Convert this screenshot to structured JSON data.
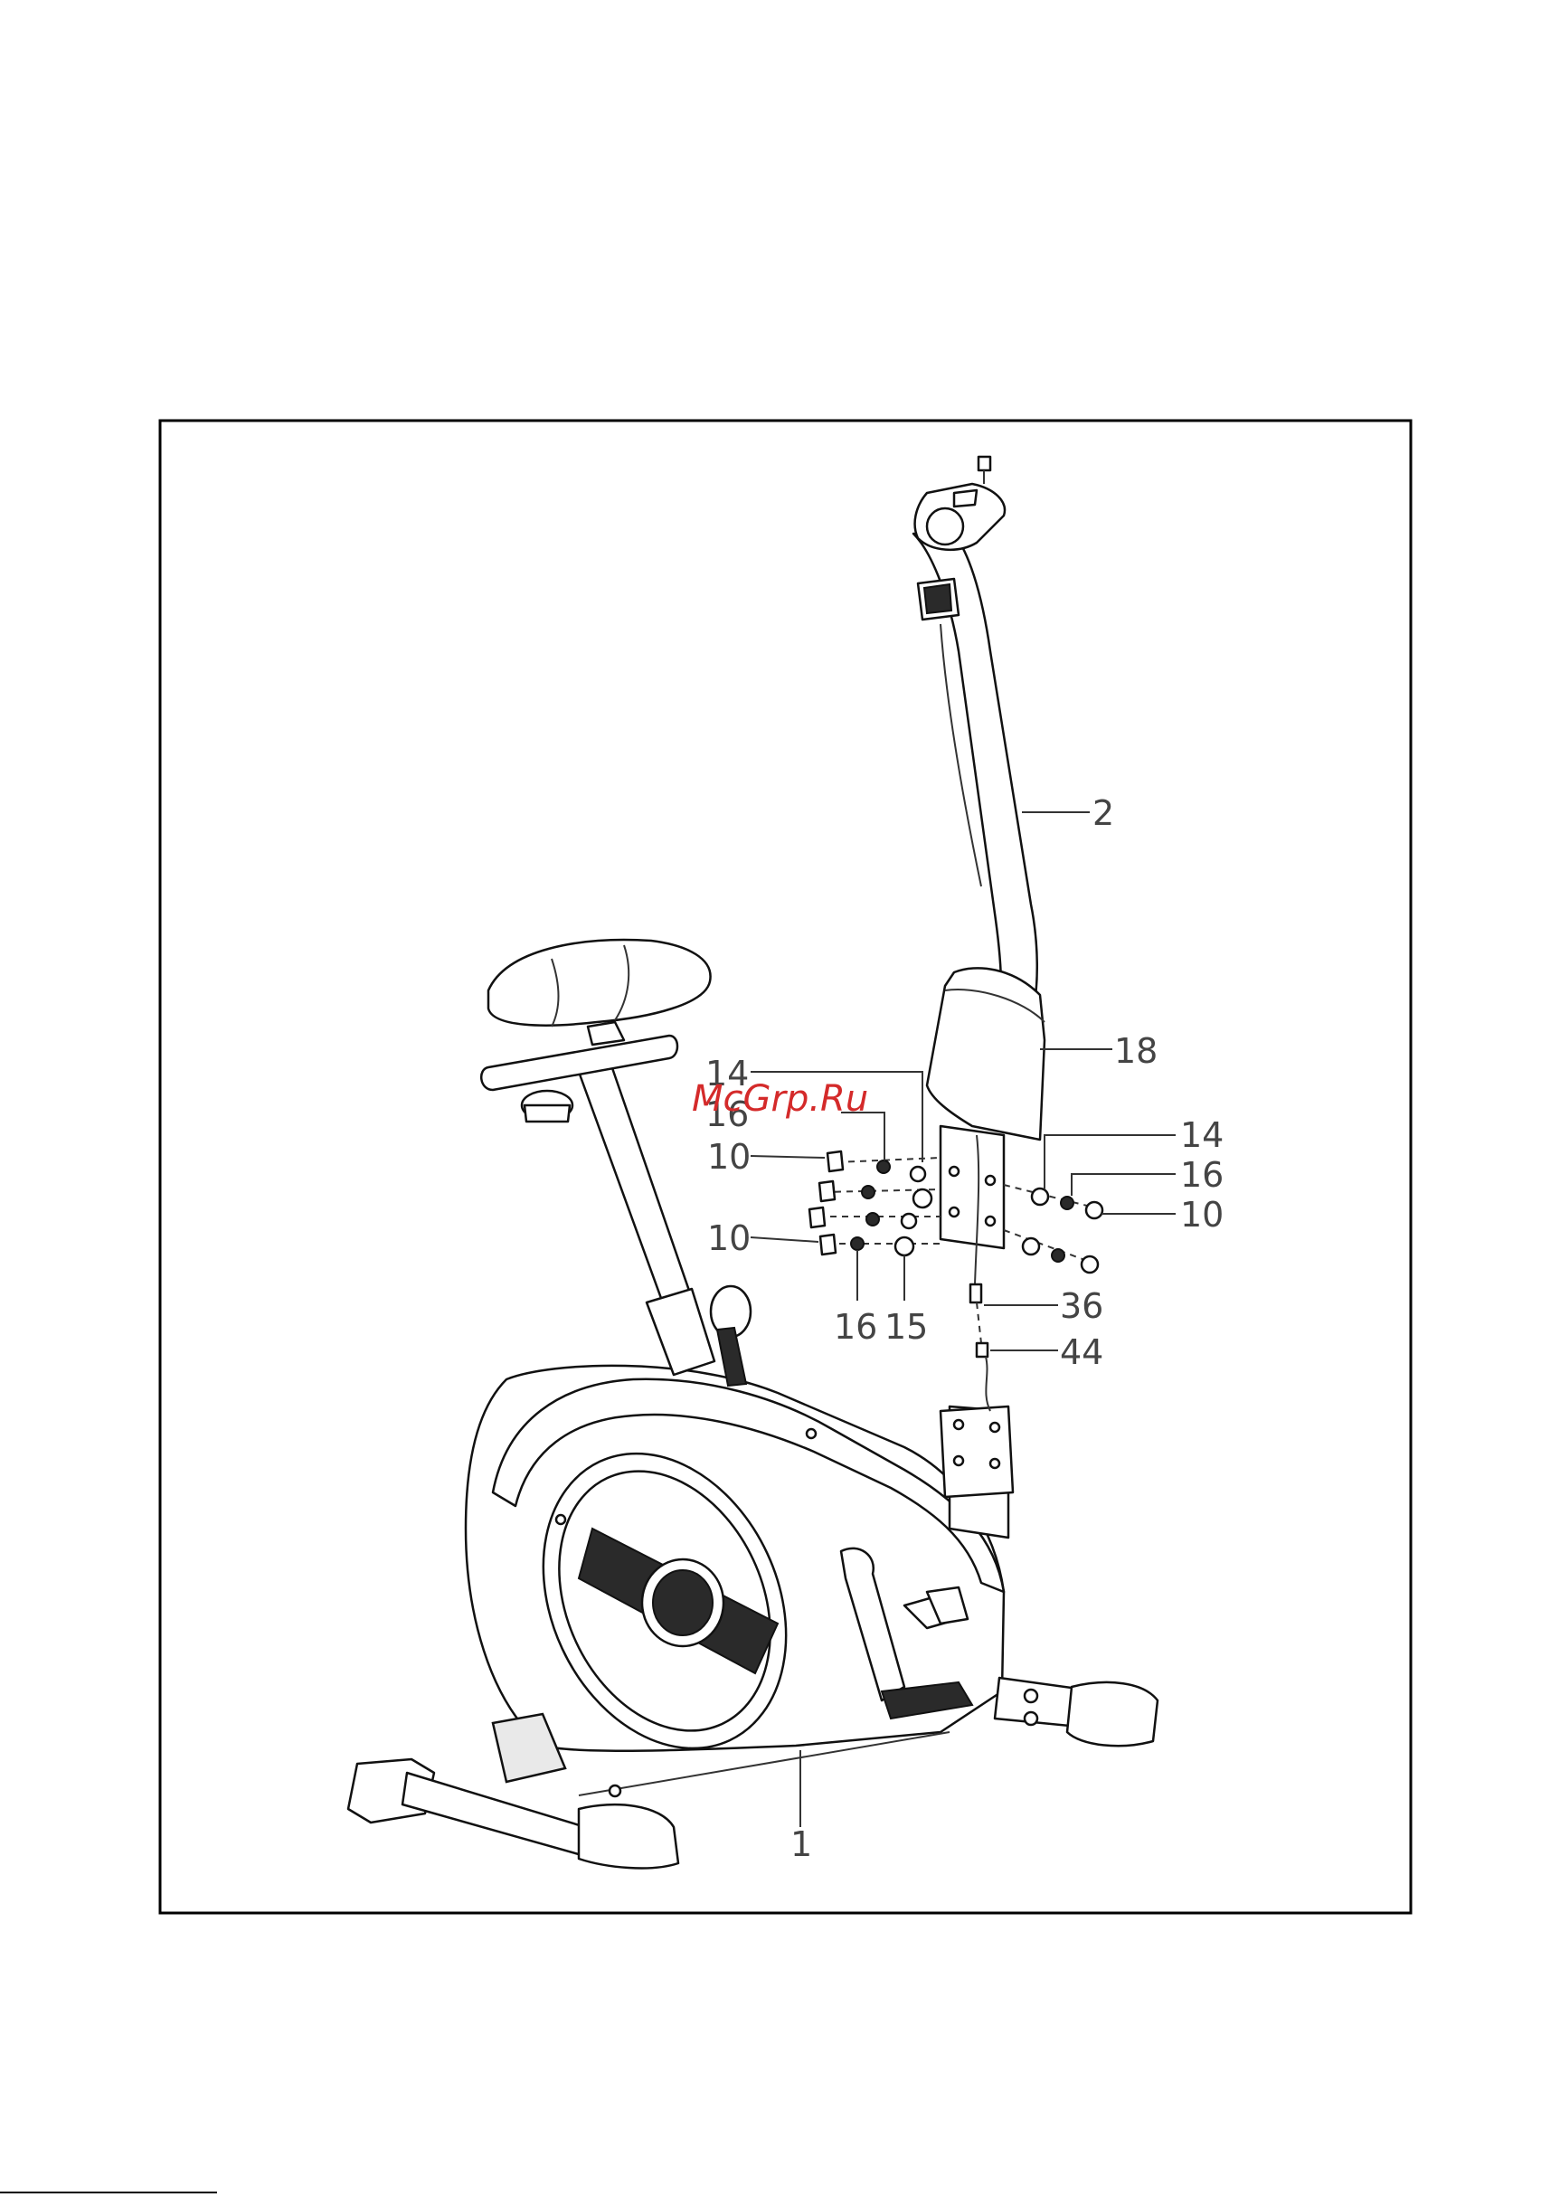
{
  "watermark": "McGrp.Ru",
  "callouts": {
    "c_14_a": "14",
    "c_16_a": "16",
    "c_10_a": "10",
    "c_10_b": "10",
    "c_16_b": "16",
    "c_15": "15",
    "c_2": "2",
    "c_18": "18",
    "c_14_b": "14",
    "c_16_c": "16",
    "c_10_c": "10",
    "c_36": "36",
    "c_44": "44",
    "c_1": "1"
  }
}
